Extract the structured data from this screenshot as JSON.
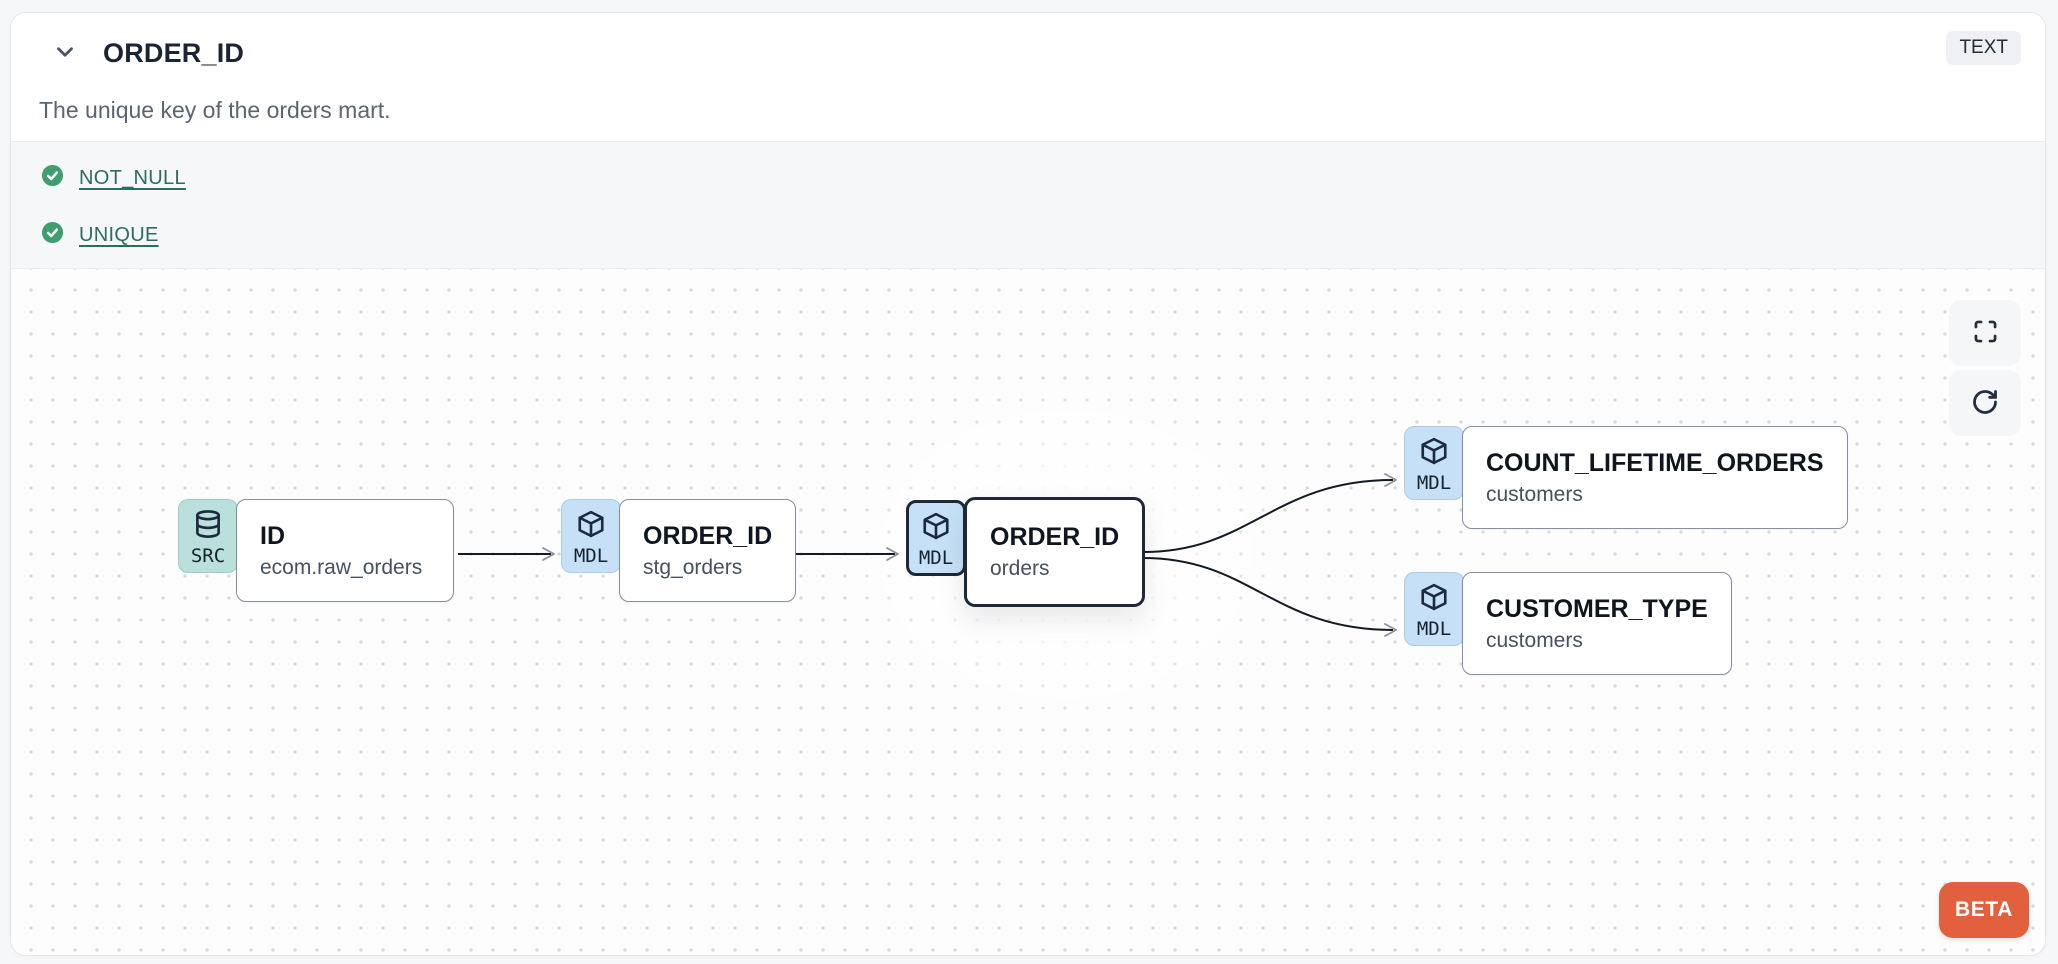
{
  "header": {
    "title": "ORDER_ID",
    "type_badge": "TEXT",
    "description": "The unique key of the orders mart."
  },
  "tests": [
    {
      "label": "NOT_NULL",
      "status": "pass"
    },
    {
      "label": "UNIQUE",
      "status": "pass"
    }
  ],
  "lineage": {
    "nodes": [
      {
        "id": "src",
        "badge": "SRC",
        "icon": "database",
        "title": "ID",
        "subtitle": "ecom.raw_orders",
        "selected": false
      },
      {
        "id": "stg_orders",
        "badge": "MDL",
        "icon": "cube",
        "title": "ORDER_ID",
        "subtitle": "stg_orders",
        "selected": false
      },
      {
        "id": "orders",
        "badge": "MDL",
        "icon": "cube",
        "title": "ORDER_ID",
        "subtitle": "orders",
        "selected": true
      },
      {
        "id": "count_lifetime_orders",
        "badge": "MDL",
        "icon": "cube",
        "title": "COUNT_LIFETIME_ORDERS",
        "subtitle": "customers",
        "selected": false
      },
      {
        "id": "customer_type",
        "badge": "MDL",
        "icon": "cube",
        "title": "CUSTOMER_TYPE",
        "subtitle": "customers",
        "selected": false
      }
    ],
    "edges": [
      {
        "from": "src",
        "to": "stg_orders"
      },
      {
        "from": "stg_orders",
        "to": "orders"
      },
      {
        "from": "orders",
        "to": "count_lifetime_orders"
      },
      {
        "from": "orders",
        "to": "customer_type"
      }
    ],
    "beta_label": "BETA"
  },
  "colors": {
    "accent_orange": "#e2603e",
    "test_pass_green": "#3f9e6e",
    "test_link_teal": "#2e6b61",
    "src_badge_bg": "#b9e0da",
    "mdl_badge_bg": "#c6e1f7",
    "selected_border": "#1d2838"
  }
}
